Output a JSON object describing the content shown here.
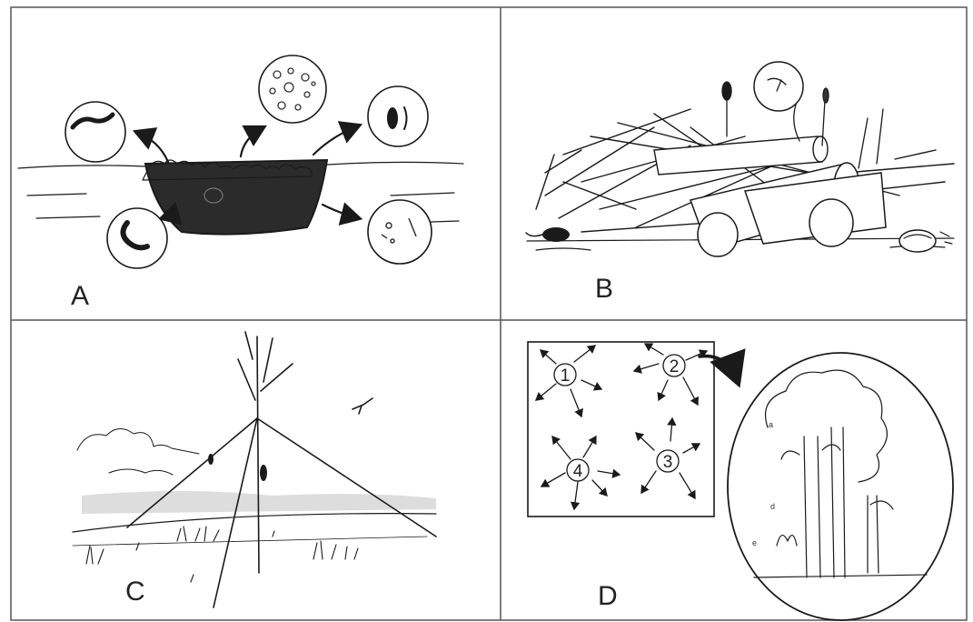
{
  "panels": [
    {
      "id": "a",
      "label": "A",
      "subject": "soil pit with organisms"
    },
    {
      "id": "b",
      "label": "B",
      "subject": "brush and log pile"
    },
    {
      "id": "c",
      "label": "C",
      "subject": "bird perch pole in field"
    },
    {
      "id": "d",
      "label": "D",
      "subject": "seed dispersal nuclei and forest"
    }
  ],
  "nuclei": [
    "1",
    "2",
    "3",
    "4"
  ],
  "colors": {
    "ink": "#1a1a1a",
    "paper": "#ffffff",
    "soil": "#2b2b2b",
    "grid": "#555555"
  }
}
